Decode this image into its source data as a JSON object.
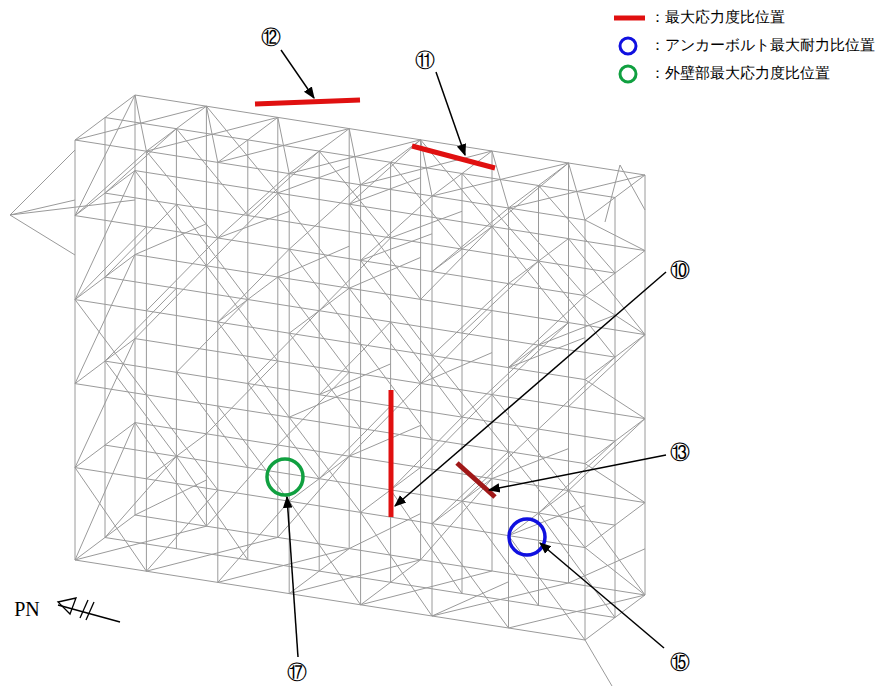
{
  "diagram": {
    "labels": [
      "⑫",
      "⑪",
      "⑩",
      "⑬",
      "⑮",
      "⑰",
      "PN"
    ],
    "legend": [
      {
        "text": "：最大応力度比位置"
      },
      {
        "text": "：アンカーボルト最大耐力比位置"
      },
      {
        "text": "：外壁部最大応力度比位置"
      }
    ]
  }
}
